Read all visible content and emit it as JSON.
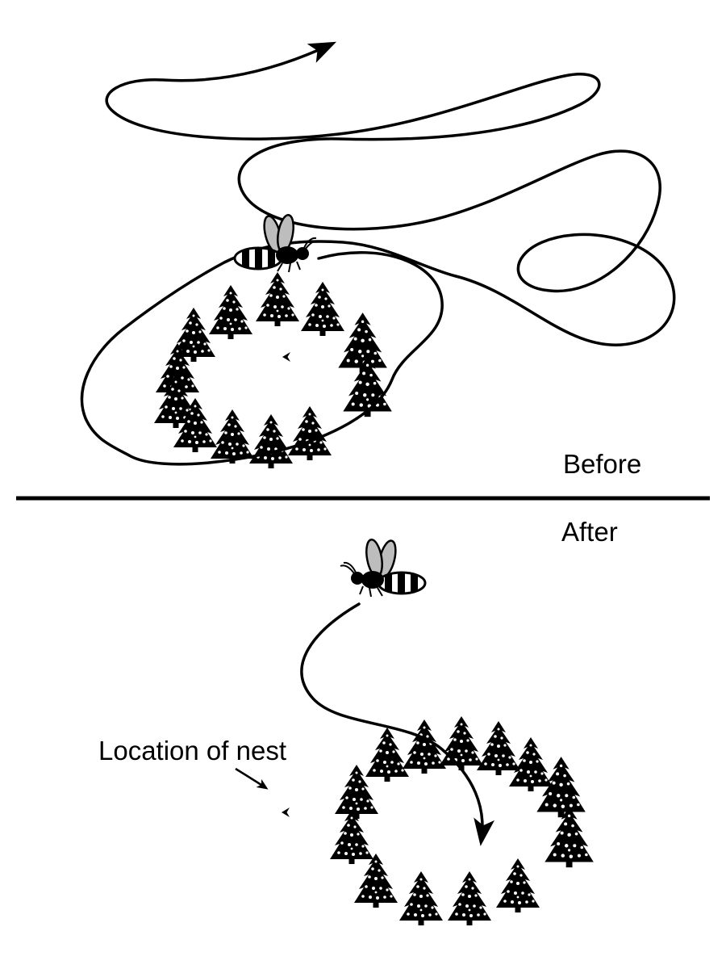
{
  "colors": {
    "ink": "#000000",
    "background": "#ffffff",
    "wasp_wing": "#bdbdbd"
  },
  "panels": {
    "before": {
      "label": "Before"
    },
    "after": {
      "label": "After"
    }
  },
  "annotations": {
    "nest_pointer_label": "Location of nest"
  },
  "icons": {
    "wasp": "wasp-icon",
    "pine_cone": "pine-cone-icon",
    "nest_entrance": "nest-marker-icon",
    "flight_path": "flight-path-curve",
    "arrowhead": "arrowhead-icon"
  }
}
